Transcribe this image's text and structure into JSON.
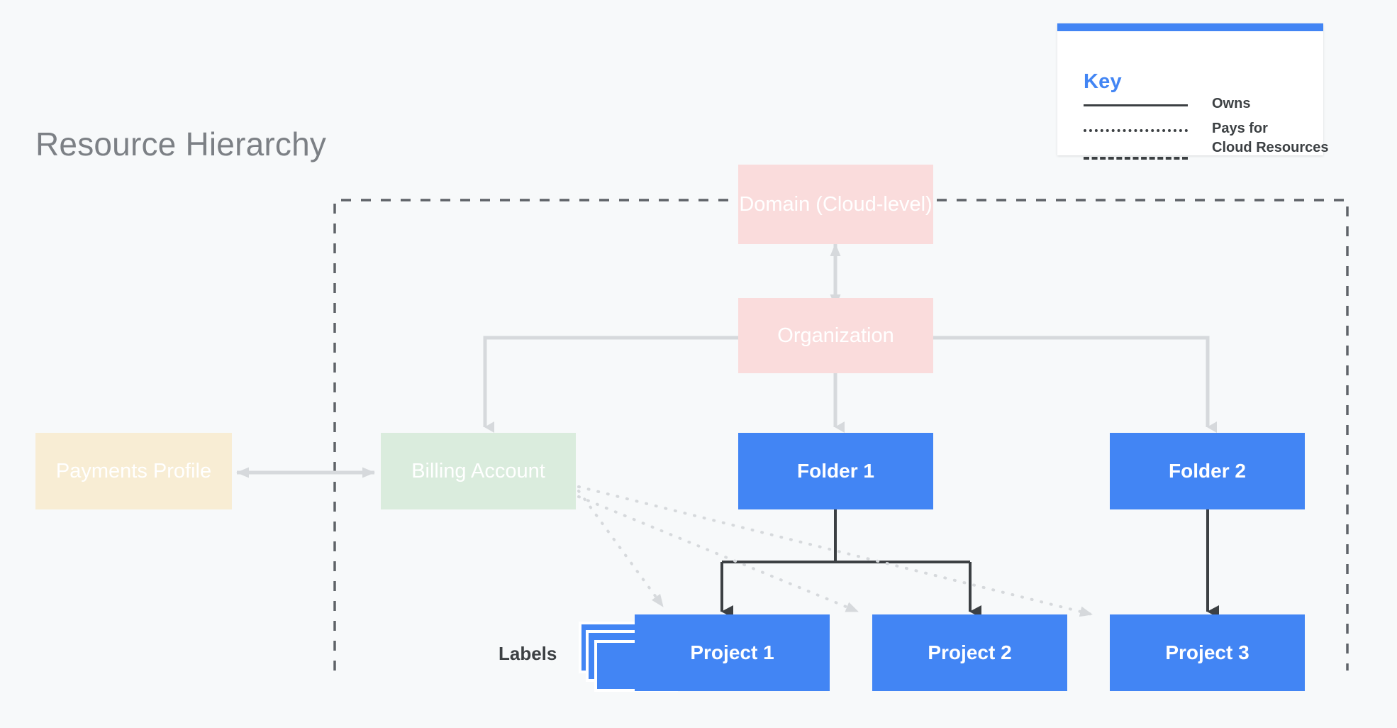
{
  "page": {
    "title": "Resource Hierarchy",
    "background_color": "#f7f9fa",
    "title_color": "#7c8085"
  },
  "key": {
    "heading": "Key",
    "accent_color": "#4285f4",
    "items": [
      {
        "style": "solid",
        "label": "Owns"
      },
      {
        "style": "dotted",
        "label": "Pays for"
      },
      {
        "style": "dashed",
        "label": "Cloud Resources"
      }
    ]
  },
  "nodes": {
    "domain": {
      "label": "Domain (Cloud-level)",
      "color": "#fadcdc",
      "text_color": "#ffffff"
    },
    "organization": {
      "label": "Organization",
      "color": "#fadcdc",
      "text_color": "#ffffff"
    },
    "payments_profile": {
      "label": "Payments Profile",
      "color": "#f8edd4",
      "text_color": "#ffffff"
    },
    "billing_account": {
      "label": "Billing Account",
      "color": "#daecdd",
      "text_color": "#ffffff"
    },
    "folder1": {
      "label": "Folder 1",
      "color": "#4285f4",
      "text_color": "#ffffff"
    },
    "folder2": {
      "label": "Folder 2",
      "color": "#4285f4",
      "text_color": "#ffffff"
    },
    "project1": {
      "label": "Project 1",
      "color": "#4285f4",
      "text_color": "#ffffff"
    },
    "project2": {
      "label": "Project 2",
      "color": "#4285f4",
      "text_color": "#ffffff"
    },
    "project3": {
      "label": "Project 3",
      "color": "#4285f4",
      "text_color": "#ffffff"
    }
  },
  "annotations": {
    "labels_caption": "Labels"
  },
  "boundary": {
    "name": "Cloud Resources",
    "style": "dashed",
    "color": "#5f6368"
  },
  "connectors": {
    "owns_color": "#3c4043",
    "hierarchy_color": "#d6d9dc",
    "pays_for_color": "#d6d9dc"
  }
}
